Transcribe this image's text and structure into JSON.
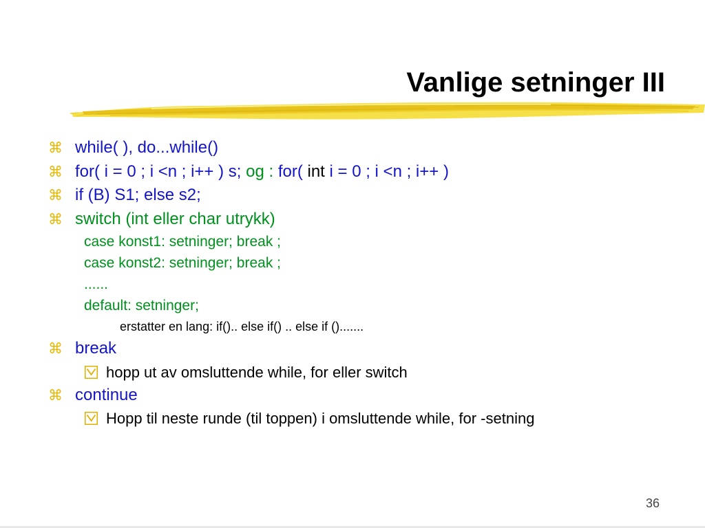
{
  "slide": {
    "title": "Vanlige setninger III",
    "page_number": "36",
    "colors": {
      "title": "#000000",
      "blue_text": "#1414c8",
      "green_text": "#00901e",
      "bullet": "#e8b800",
      "brush": "#f0d21e"
    },
    "bullets": [
      {
        "segments": [
          "while( ), do...while()"
        ]
      },
      {
        "segments": [
          "for( i = 0 ; i <n ; i++ ) s;  ",
          "og : ",
          "for( ",
          "int",
          " i = 0 ; i <n ; i++ )"
        ]
      },
      {
        "segments": [
          "if (B) S1; else s2;"
        ]
      },
      {
        "segments": [
          "switch (int eller char utrykk)"
        ]
      }
    ],
    "switch_lines": [
      "case konst1:  setninger; break ;",
      "case konst2:  setninger; break ;",
      "......",
      "default: setninger;"
    ],
    "switch_note": "erstatter en lang: if().. else if() .. else if ().......",
    "break_item": {
      "label": "break",
      "sub": "hopp ut av omsluttende  while, for eller switch"
    },
    "continue_item": {
      "label": "continue",
      "sub": "Hopp til neste runde (til toppen) i omsluttende while, for -setning"
    },
    "icons": {
      "level1_bullet": "command-key-icon",
      "level2_bullet": "checkbox-icon"
    }
  }
}
